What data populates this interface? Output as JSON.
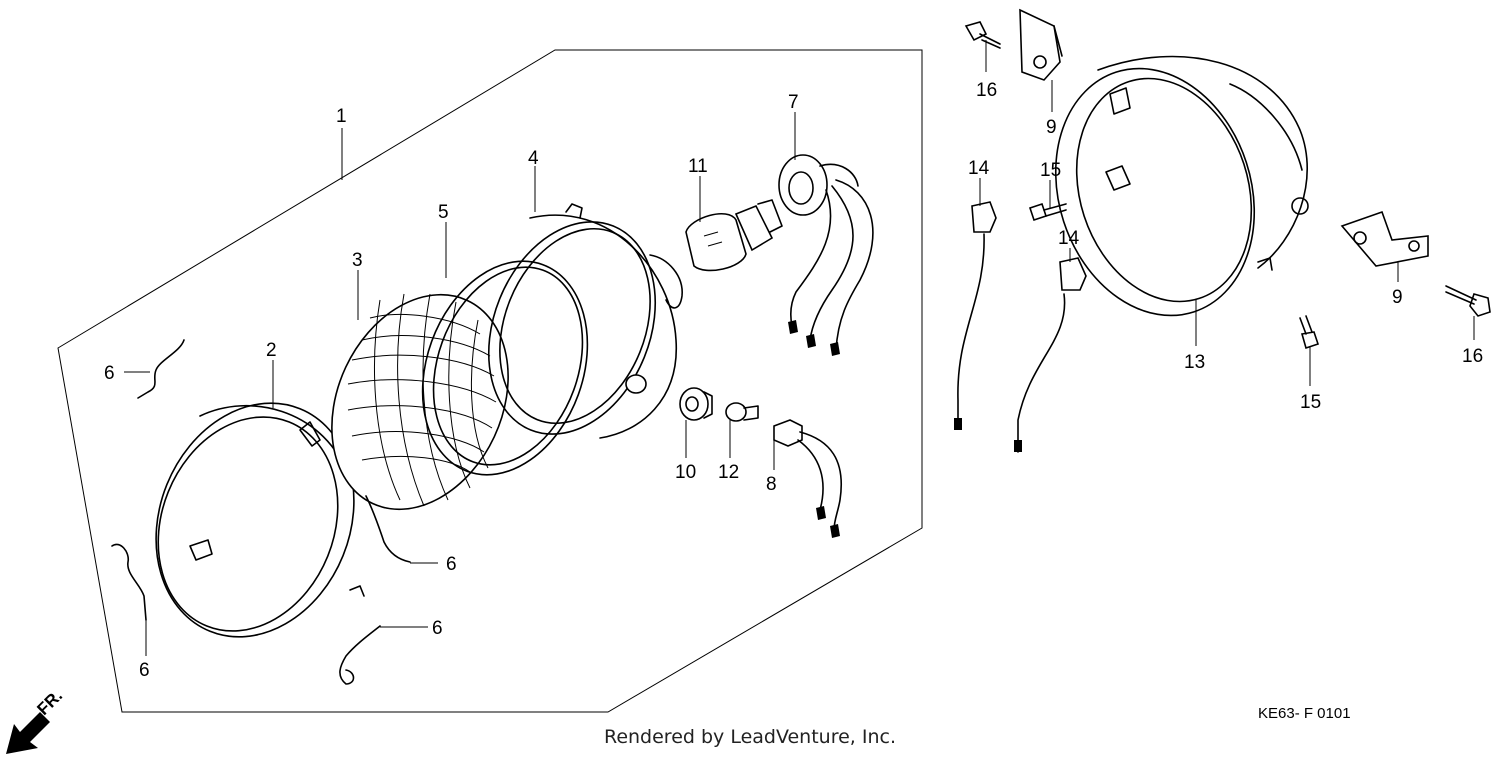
{
  "diagram": {
    "code": "KE63- F 0101",
    "direction_label": "FR.",
    "callouts": {
      "c1": "1",
      "c2": "2",
      "c3": "3",
      "c4": "4",
      "c5": "5",
      "c6a": "6",
      "c6b": "6",
      "c6c": "6",
      "c6d": "6",
      "c7": "7",
      "c8": "8",
      "c9a": "9",
      "c9b": "9",
      "c10": "10",
      "c11": "11",
      "c12": "12",
      "c13": "13",
      "c14a": "14",
      "c14b": "14",
      "c15a": "15",
      "c15b": "15",
      "c16a": "16",
      "c16b": "16"
    }
  },
  "footer": {
    "text": "Rendered by LeadVenture, Inc."
  }
}
